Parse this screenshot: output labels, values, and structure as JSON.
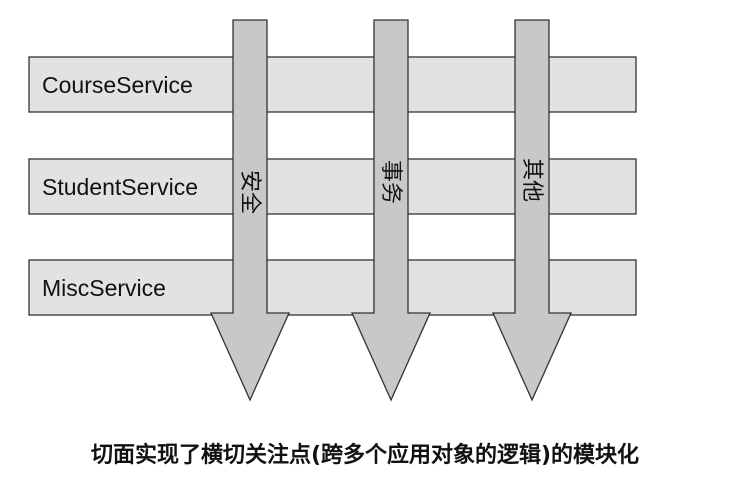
{
  "services": [
    "CourseService",
    "StudentService",
    "MiscService"
  ],
  "concerns": [
    "安全",
    "事务",
    "其他"
  ],
  "caption": "切面实现了横切关注点(跨多个应用对象的逻辑)的模块化",
  "colors": {
    "bar_fill": "#e2e2e2",
    "arrow_fill": "#c8c8c8",
    "stroke": "#333333"
  }
}
